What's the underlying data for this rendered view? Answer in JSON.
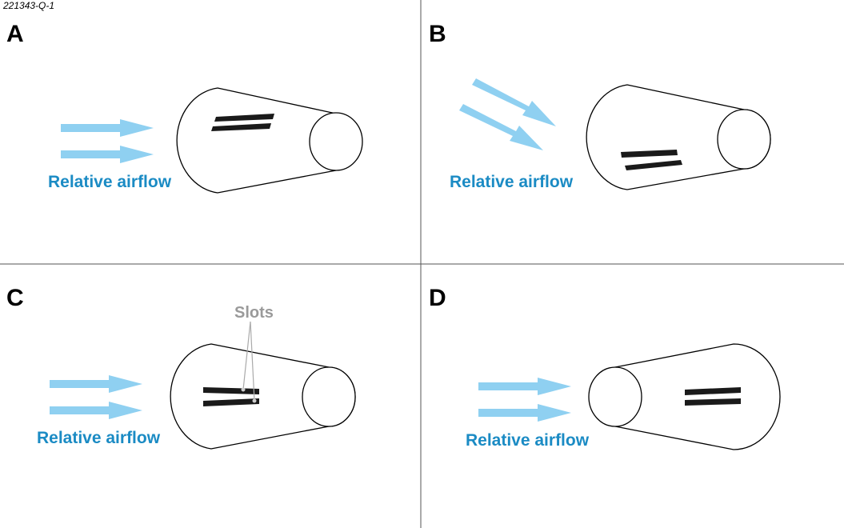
{
  "reference_id": "221343-Q-1",
  "colors": {
    "arrow": "#8fd0f1",
    "airflow_text": "#1b8bc4",
    "slots_text": "#9a9a9a",
    "outline": "#000000",
    "slot": "#1a1a1a"
  },
  "panels": [
    {
      "letter": "A",
      "airflow_label": "Relative airflow"
    },
    {
      "letter": "B",
      "airflow_label": "Relative airflow"
    },
    {
      "letter": "C",
      "airflow_label": "Relative airflow",
      "callout_label": "Slots"
    },
    {
      "letter": "D",
      "airflow_label": "Relative airflow"
    }
  ]
}
